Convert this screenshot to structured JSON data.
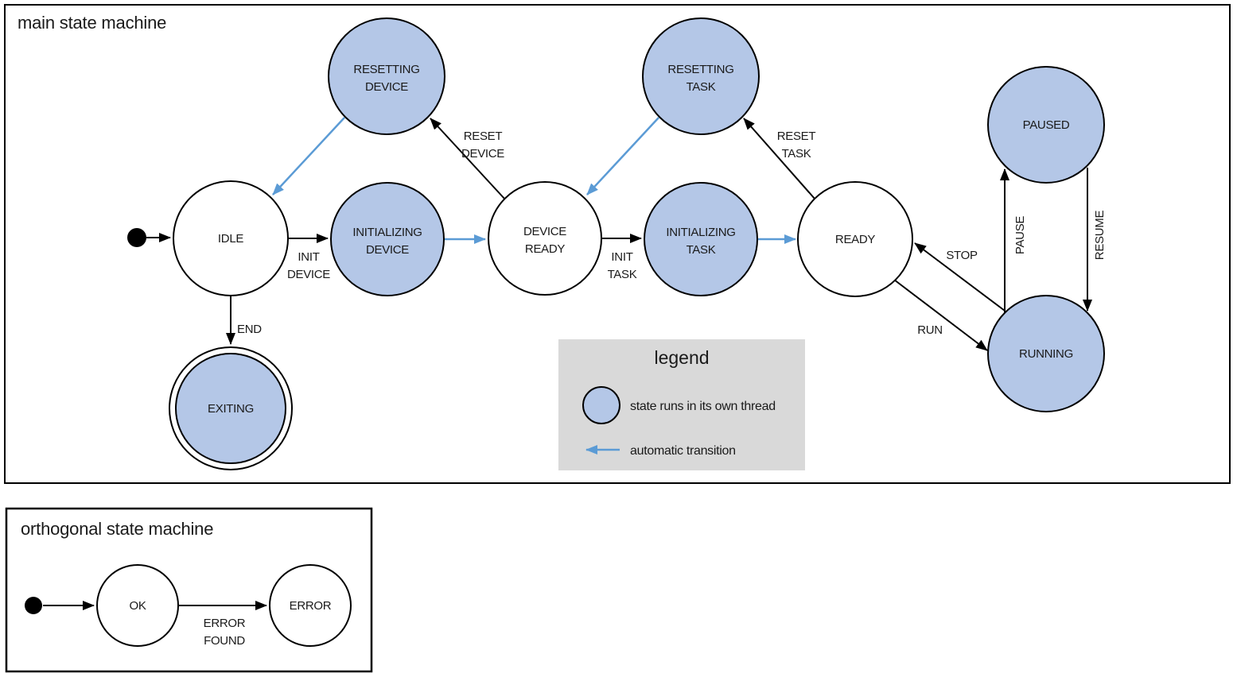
{
  "main": {
    "title": "main state machine",
    "states": {
      "initial": {
        "kind": "initial-dot"
      },
      "idle": {
        "lines": [
          "IDLE"
        ],
        "threaded": false
      },
      "resetting_device": {
        "lines": [
          "RESETTING",
          "DEVICE"
        ],
        "threaded": true
      },
      "initializing_device": {
        "lines": [
          "INITIALIZING",
          "DEVICE"
        ],
        "threaded": true
      },
      "device_ready": {
        "lines": [
          "DEVICE",
          "READY"
        ],
        "threaded": false
      },
      "resetting_task": {
        "lines": [
          "RESETTING",
          "TASK"
        ],
        "threaded": true
      },
      "initializing_task": {
        "lines": [
          "INITIALIZING",
          "TASK"
        ],
        "threaded": true
      },
      "ready": {
        "lines": [
          "READY"
        ],
        "threaded": false
      },
      "paused": {
        "lines": [
          "PAUSED"
        ],
        "threaded": true
      },
      "running": {
        "lines": [
          "RUNNING"
        ],
        "threaded": true
      },
      "exiting": {
        "lines": [
          "EXITING"
        ],
        "threaded": true,
        "final": true
      }
    },
    "transitions": {
      "start": {
        "from": "initial",
        "to": "idle",
        "lines": [],
        "type": "manual"
      },
      "init_device": {
        "from": "idle",
        "to": "initializing_device",
        "lines": [
          "INIT",
          "DEVICE"
        ],
        "type": "manual"
      },
      "auto_to_device_ready": {
        "from": "initializing_device",
        "to": "device_ready",
        "lines": [],
        "type": "automatic"
      },
      "reset_device": {
        "from": "device_ready",
        "to": "resetting_device",
        "lines": [
          "RESET",
          "DEVICE"
        ],
        "type": "manual"
      },
      "auto_to_idle": {
        "from": "resetting_device",
        "to": "idle",
        "lines": [],
        "type": "automatic"
      },
      "init_task": {
        "from": "device_ready",
        "to": "initializing_task",
        "lines": [
          "INIT",
          "TASK"
        ],
        "type": "manual"
      },
      "auto_to_ready": {
        "from": "initializing_task",
        "to": "ready",
        "lines": [],
        "type": "automatic"
      },
      "reset_task": {
        "from": "ready",
        "to": "resetting_task",
        "lines": [
          "RESET",
          "TASK"
        ],
        "type": "manual"
      },
      "auto_to_device_ready_2": {
        "from": "resetting_task",
        "to": "device_ready",
        "lines": [],
        "type": "automatic"
      },
      "stop": {
        "from": "running",
        "to": "ready",
        "lines": [
          "STOP"
        ],
        "type": "manual"
      },
      "run": {
        "from": "ready",
        "to": "running",
        "lines": [
          "RUN"
        ],
        "type": "manual"
      },
      "pause": {
        "from": "running",
        "to": "paused",
        "lines": [
          "PAUSE"
        ],
        "type": "manual"
      },
      "resume": {
        "from": "paused",
        "to": "running",
        "lines": [
          "RESUME"
        ],
        "type": "manual"
      },
      "end": {
        "from": "idle",
        "to": "exiting",
        "lines": [
          "END"
        ],
        "type": "manual"
      }
    }
  },
  "legend": {
    "title": "legend",
    "items": {
      "threaded": {
        "symbol": "threaded-state-circle",
        "label": "state runs in its own thread"
      },
      "automatic": {
        "symbol": "automatic-transition-arrow",
        "label": "automatic transition"
      }
    }
  },
  "orthogonal": {
    "title": "orthogonal state machine",
    "states": {
      "initial": {
        "kind": "initial-dot"
      },
      "ok": {
        "lines": [
          "OK"
        ],
        "threaded": false
      },
      "error": {
        "lines": [
          "ERROR"
        ],
        "threaded": false
      }
    },
    "transitions": {
      "start": {
        "from": "initial",
        "to": "ok",
        "lines": [],
        "type": "manual"
      },
      "error_found": {
        "from": "ok",
        "to": "error",
        "lines": [
          "ERROR",
          "FOUND"
        ],
        "type": "manual"
      }
    }
  },
  "colors": {
    "threaded_state_fill": "#b4c7e7",
    "automatic_transition_arrow": "#5b9bd5",
    "legend_background": "#d9d9d9",
    "outline": "#000000"
  }
}
